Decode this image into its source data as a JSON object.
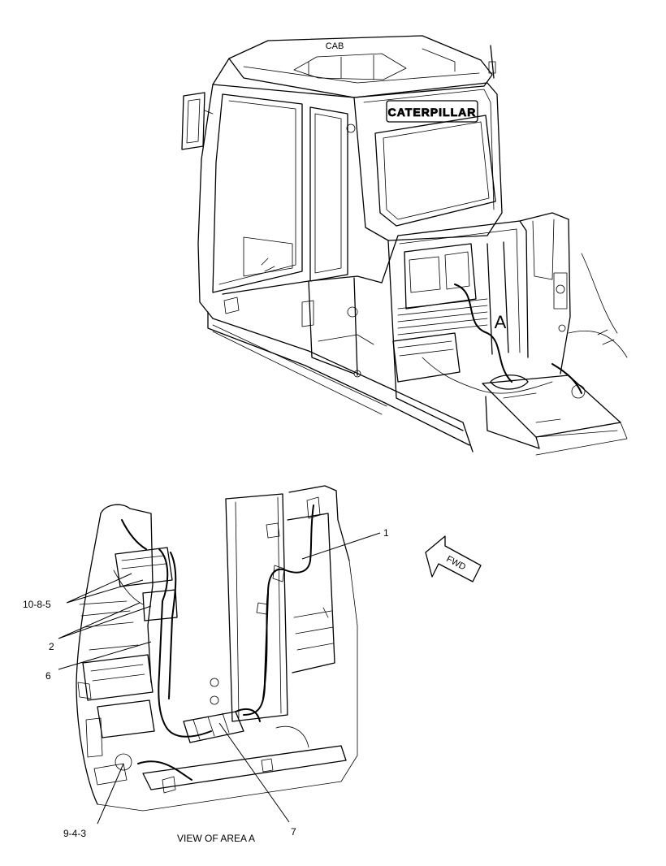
{
  "labels": {
    "cab": "CAB",
    "area_marker": "A",
    "cab_brand": "CATERPILLAR",
    "fwd": "FWD",
    "view_caption": "VIEW OF AREA A"
  },
  "callouts": [
    {
      "id": "c1",
      "text": "1"
    },
    {
      "id": "c10",
      "text": "10-8-5"
    },
    {
      "id": "c2",
      "text": "2"
    },
    {
      "id": "c6",
      "text": "6"
    },
    {
      "id": "c9",
      "text": "9-4-3"
    },
    {
      "id": "c7",
      "text": "7"
    }
  ]
}
